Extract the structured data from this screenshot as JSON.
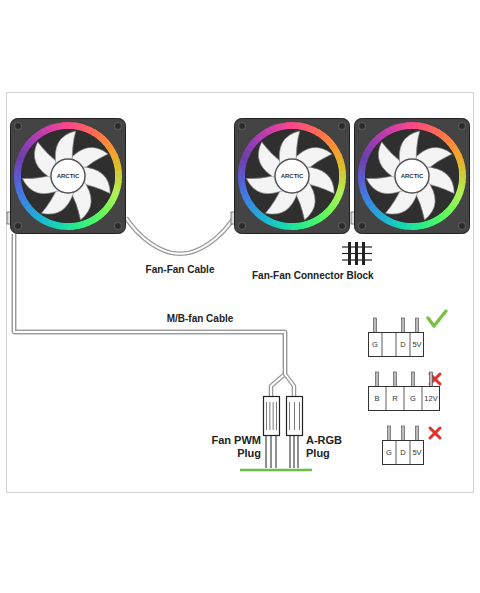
{
  "diagram": {
    "nodes": [
      {
        "text": [
          "ARCTIC"
        ]
      },
      {
        "text": [
          "ARCTIC"
        ]
      },
      {
        "text": [
          "ARCTIC"
        ]
      },
      {
        "text": [
          "Fan-Fan Connector Block"
        ]
      },
      {
        "text": [
          "G",
          "D",
          "5V"
        ]
      },
      {
        "text": [
          "B",
          "R",
          "G",
          "12V"
        ]
      },
      {
        "text": [
          "G",
          "D",
          "5V"
        ]
      },
      {
        "text": [
          "Fan PWM Plug"
        ]
      },
      {
        "text": [
          "A-RGB Plug"
        ]
      }
    ],
    "edges": [
      {
        "from": 0,
        "to": 1,
        "arrow": "none",
        "label": "Fan-Fan Cable"
      },
      {
        "from": 0,
        "to": 7,
        "arrow": "none",
        "label": "M/B-fan Cable"
      },
      {
        "from": 0,
        "to": 8,
        "arrow": "none"
      }
    ]
  }
}
